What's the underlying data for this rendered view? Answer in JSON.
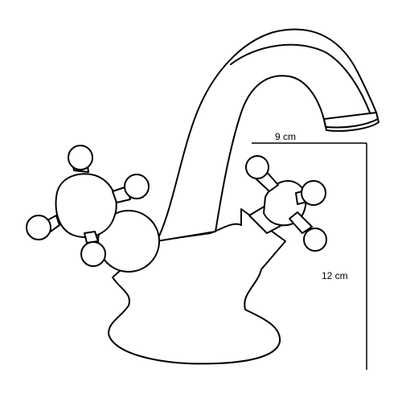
{
  "diagram": {
    "subject": "mixer-tap",
    "dimensions": {
      "spout_reach_label": "9 cm",
      "height_label": "12 cm"
    }
  }
}
